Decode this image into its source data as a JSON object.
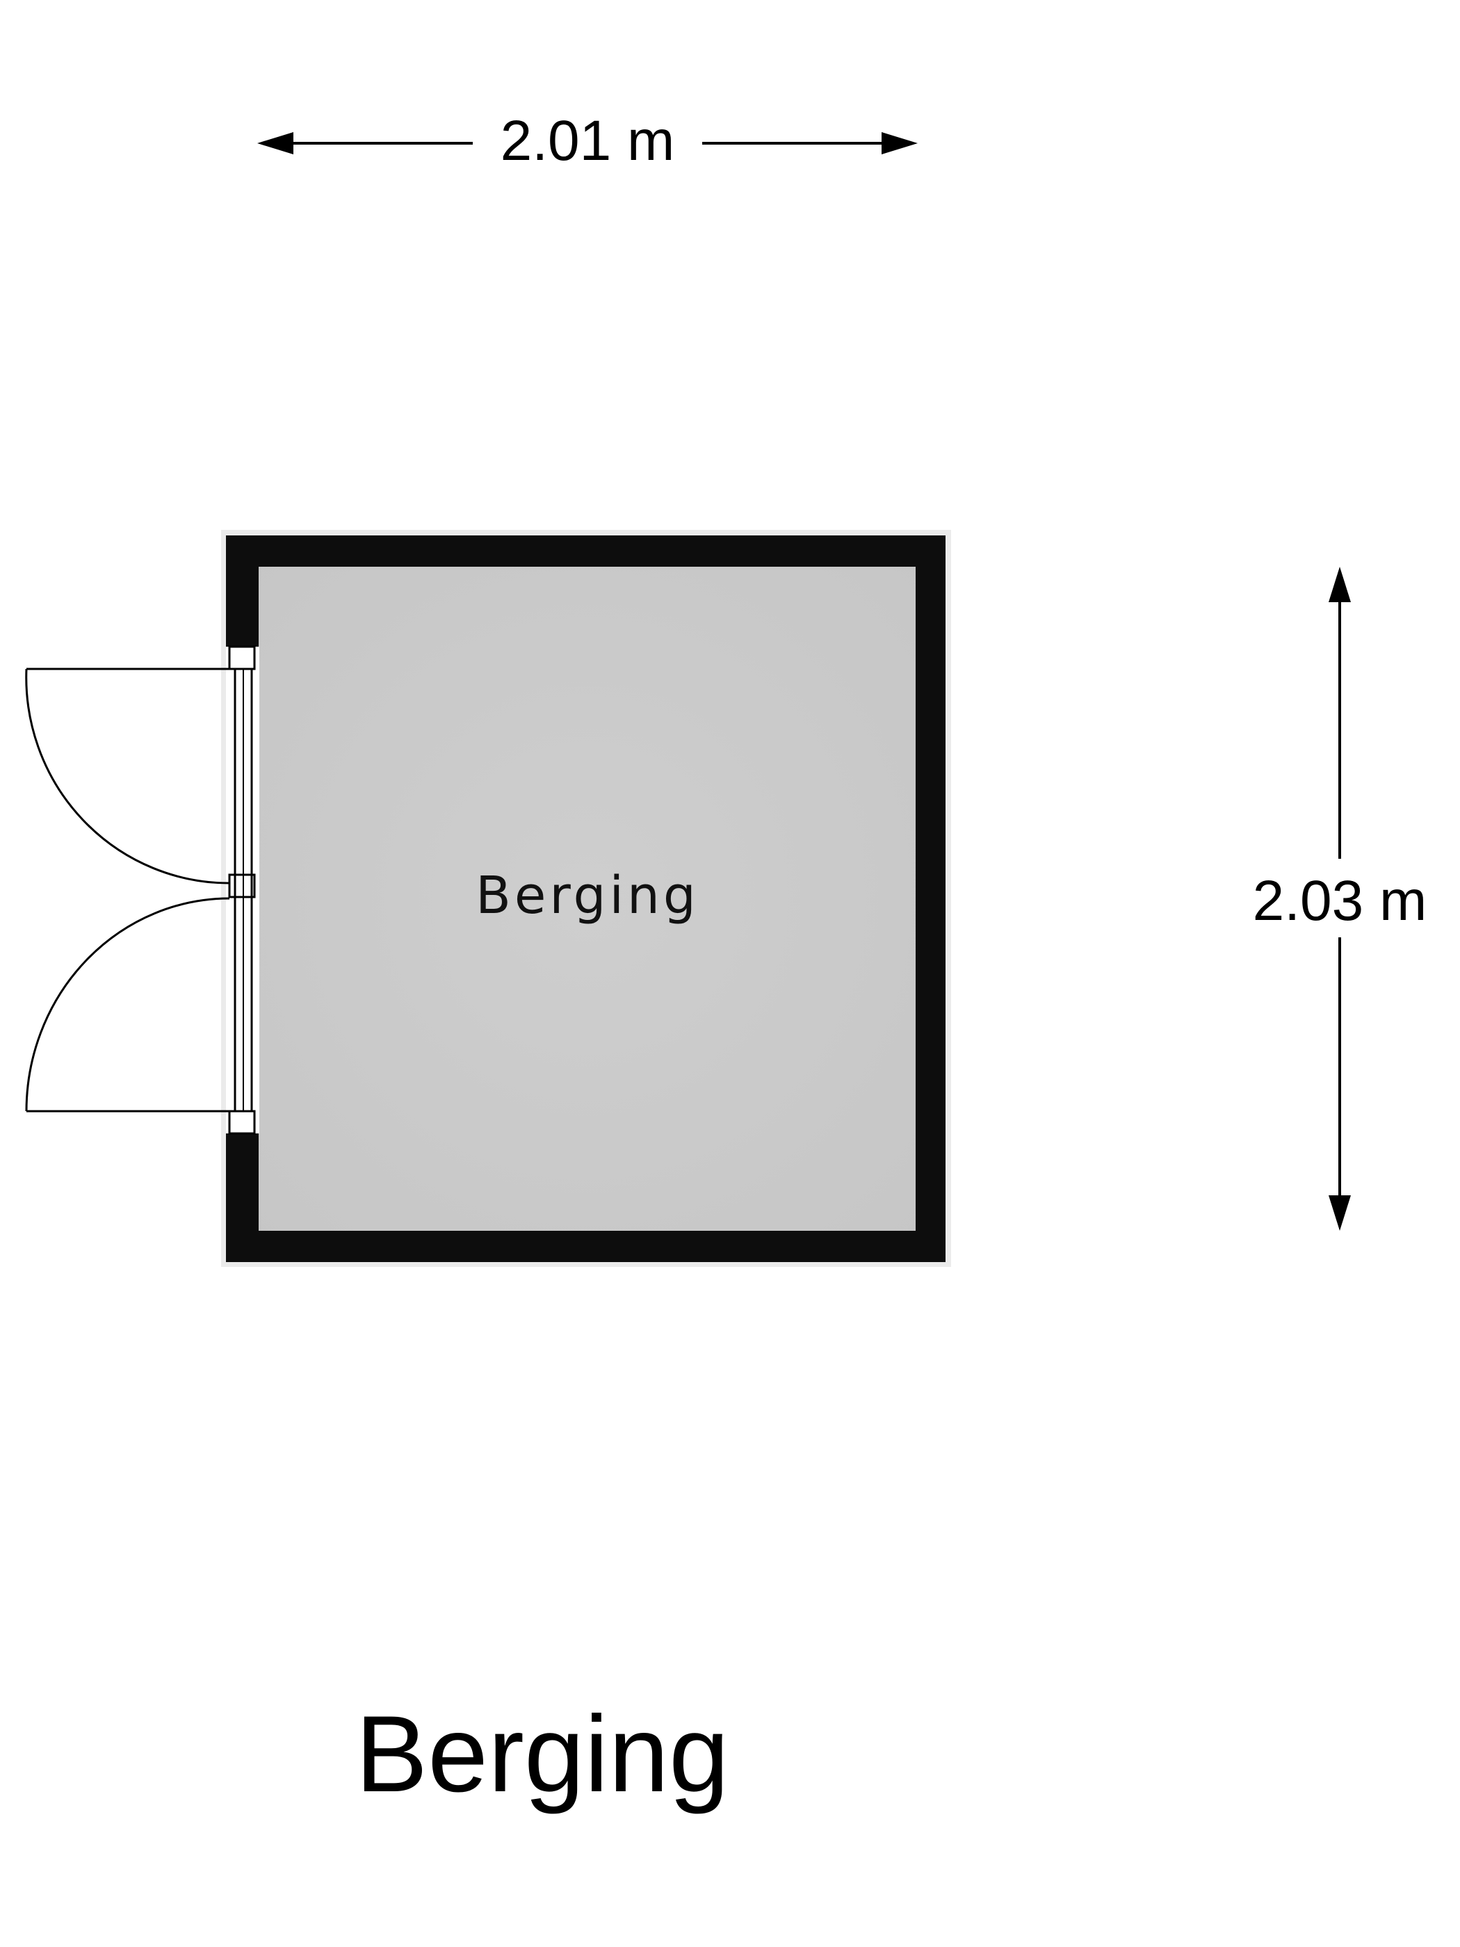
{
  "plan": {
    "title": "Berging",
    "room_label": "Berging",
    "dimensions": {
      "width": "2.01 m",
      "depth": "2.03 m"
    },
    "colors": {
      "wall": "#0d0d0d",
      "floor": "#cccccc",
      "background": "#ffffff",
      "line": "#000000"
    }
  }
}
